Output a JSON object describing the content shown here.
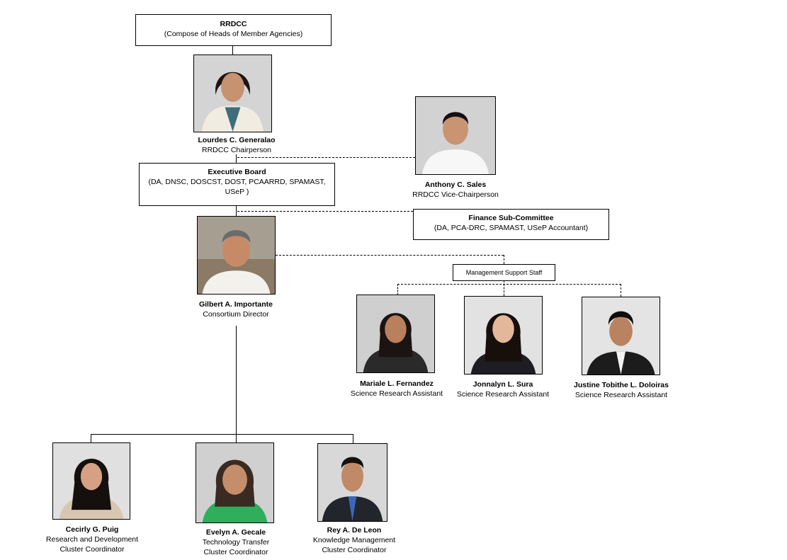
{
  "top": {
    "title": "RRDCC",
    "subtitle": "(Compose of Heads of Member Agencies)"
  },
  "chairperson": {
    "name": "Lourdes C. Generalao",
    "role": "RRDCC Chairperson"
  },
  "vice_chair": {
    "name": "Anthony C. Sales",
    "role": "RRDCC Vice-Chairperson"
  },
  "exec_board": {
    "title": "Executive Board",
    "members_line1": "(DA, DNSC, DOSCST, DOST, PCAARRD, SPAMAST,",
    "members_line2": "USeP )"
  },
  "finance": {
    "title": "Finance Sub-Committee",
    "members": "(DA, PCA-DRC, SPAMAST, USeP Accountant)"
  },
  "director": {
    "name": "Gilbert A. Importante",
    "role": "Consortium Director"
  },
  "mgmt_staff": {
    "label": "Management Support Staff"
  },
  "staff": [
    {
      "name": "Mariale L. Fernandez",
      "role": "Science Research Assistant"
    },
    {
      "name": "Jonnalyn L. Sura",
      "role": "Science Research Assistant"
    },
    {
      "name": "Justine Tobithe L. Doloiras",
      "role": "Science Research Assistant"
    }
  ],
  "coordinators": [
    {
      "name": "Cecirly G. Puig",
      "role_line1": "Research and Development",
      "role_line2": "Cluster Coordinator"
    },
    {
      "name": "Evelyn A. Gecale",
      "role_line1": "Technology Transfer",
      "role_line2": "Cluster Coordinator"
    },
    {
      "name": "Rey A. De Leon",
      "role_line1": "Knowledge Management",
      "role_line2": "Cluster Coordinator"
    }
  ]
}
